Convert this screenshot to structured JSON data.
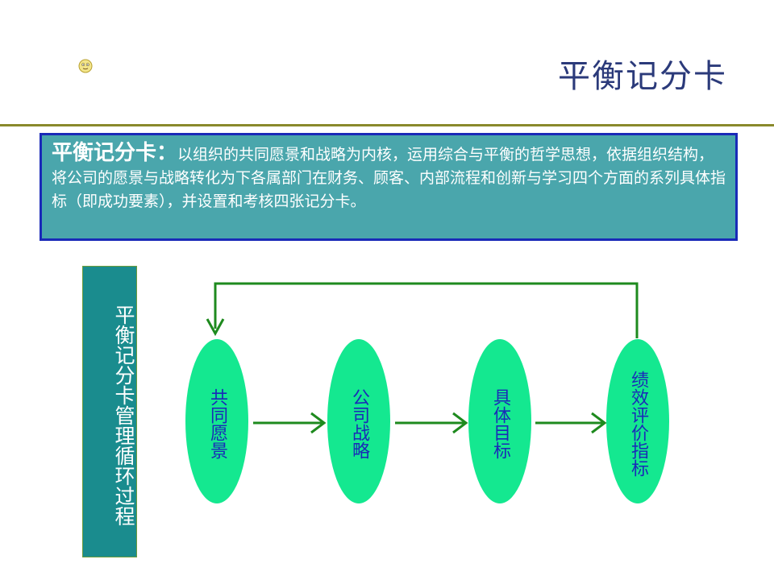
{
  "slide": {
    "title": "平衡记分卡",
    "definition": {
      "term": "平衡记分卡：",
      "text": "以组织的共同愿景和战略为内核，运用综合与平衡的哲学思想，依据组织结构，将公司的愿景与战略转化为下各属部门在财务、顾客、内部流程和创新与学习四个方面的系列具体指标（即成功要素），并设置和考核四张记分卡。"
    },
    "side_label": "平衡记分卡管理循环过程",
    "flow": {
      "nodes": [
        "共同愿景",
        "公司战略",
        "具体目标",
        "绩效评价指标"
      ]
    },
    "colors": {
      "title": "#2b3a7a",
      "divider": "#8a8a2c",
      "definition_bg": "#4aa6ac",
      "definition_border": "#1a2ab8",
      "side_bg": "#1a8c8e",
      "oval_fill": "#14e890",
      "arrow": "#1e8a1e",
      "oval_text": "#1a2ab8"
    },
    "icons": {
      "corner": "smiley-face-icon"
    }
  }
}
